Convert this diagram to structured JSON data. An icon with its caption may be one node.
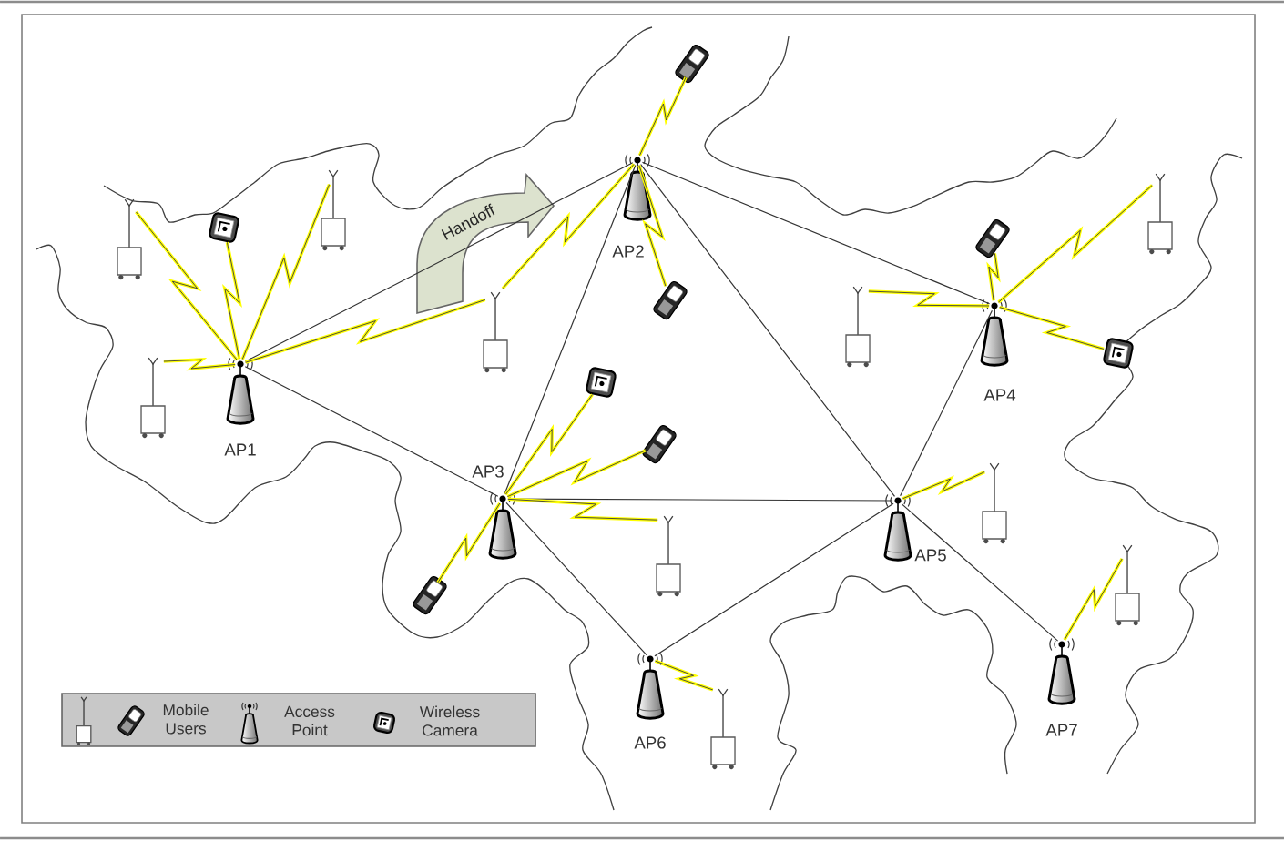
{
  "diagram": {
    "nodes": [
      {
        "text": [],
        "shape": "picture"
      },
      {
        "text": [],
        "shape": "picture",
        "beside": [
          "AP2"
        ]
      },
      {
        "text": [],
        "shape": "picture"
      },
      {
        "text": [],
        "shape": "picture"
      },
      {
        "text": [],
        "shape": "picture"
      },
      {
        "text": [],
        "shape": "picture"
      },
      {
        "text": [],
        "shape": "picture"
      },
      {
        "text": [],
        "shape": "picture"
      },
      {
        "text": [],
        "shape": "picture"
      },
      {
        "text": [],
        "shape": "picture"
      },
      {
        "text": [],
        "shape": "picture",
        "beside": [
          "AP4"
        ]
      },
      {
        "text": [],
        "shape": "picture"
      },
      {
        "text": [],
        "shape": "picture"
      },
      {
        "text": [],
        "shape": "picture",
        "beside": [
          "AP1"
        ]
      },
      {
        "text": [],
        "shape": "picture"
      },
      {
        "text": [],
        "shape": "picture"
      },
      {
        "text": [],
        "shape": "picture"
      },
      {
        "text": [],
        "shape": "picture",
        "beside": [
          "AP3"
        ]
      },
      {
        "text": [],
        "shape": "picture",
        "beside": [
          "AP5"
        ]
      },
      {
        "text": [],
        "shape": "picture"
      },
      {
        "text": [],
        "shape": "picture"
      },
      {
        "text": [],
        "shape": "picture"
      },
      {
        "text": [],
        "shape": "picture",
        "beside": [
          "AP7"
        ]
      },
      {
        "text": [],
        "shape": "picture",
        "beside": [
          "AP6"
        ]
      },
      {
        "text": [],
        "shape": "picture"
      }
    ],
    "edges": [
      {
        "from": 13,
        "to": 1,
        "arrow": "none",
        "color": "#333333"
      },
      {
        "from": 13,
        "to": 17,
        "arrow": "none",
        "color": "#333333"
      },
      {
        "from": 1,
        "to": 17,
        "arrow": "none",
        "color": "#333333"
      },
      {
        "from": 1,
        "to": 10,
        "arrow": "none",
        "color": "#333333"
      },
      {
        "from": 1,
        "to": 18,
        "arrow": "none",
        "color": "#333333"
      },
      {
        "from": 10,
        "to": 18,
        "arrow": "none",
        "color": "#333333"
      },
      {
        "from": 17,
        "to": 18,
        "arrow": "none",
        "color": "#333333"
      },
      {
        "from": 17,
        "to": 23,
        "arrow": "none",
        "color": "#333333"
      },
      {
        "from": 23,
        "to": 18,
        "arrow": "none",
        "color": "#333333"
      },
      {
        "from": 18,
        "to": 22,
        "arrow": "none",
        "color": "#333333"
      },
      {
        "from": 13,
        "to": 4,
        "arrow": "none",
        "color": "#ffff00"
      },
      {
        "from": 13,
        "to": 5,
        "arrow": "none",
        "color": "#ffff00"
      },
      {
        "from": 13,
        "to": 2,
        "arrow": "none",
        "color": "#ffff00"
      },
      {
        "from": 13,
        "to": 12,
        "arrow": "none",
        "color": "#ffff00"
      },
      {
        "from": 13,
        "to": 8,
        "arrow": "none",
        "color": "#ffff00"
      },
      {
        "from": 1,
        "to": 8,
        "arrow": "none",
        "color": "#ffff00"
      },
      {
        "from": 1,
        "to": 0,
        "arrow": "none",
        "color": "#ffff00"
      },
      {
        "from": 1,
        "to": 9,
        "arrow": "none",
        "color": "#ffff00"
      },
      {
        "from": 10,
        "to": 6,
        "arrow": "none",
        "color": "#ffff00"
      },
      {
        "from": 10,
        "to": 3,
        "arrow": "none",
        "color": "#ffff00"
      },
      {
        "from": 10,
        "to": 11,
        "arrow": "none",
        "color": "#ffff00"
      },
      {
        "from": 10,
        "to": 7,
        "arrow": "none",
        "color": "#ffff00"
      },
      {
        "from": 17,
        "to": 14,
        "arrow": "none",
        "color": "#ffff00"
      },
      {
        "from": 17,
        "to": 15,
        "arrow": "none",
        "color": "#ffff00"
      },
      {
        "from": 17,
        "to": 19,
        "arrow": "none",
        "color": "#ffff00"
      },
      {
        "from": 17,
        "to": 21,
        "arrow": "none",
        "color": "#ffff00"
      },
      {
        "from": 18,
        "to": 16,
        "arrow": "none",
        "color": "#ffff00"
      },
      {
        "from": 23,
        "to": 24,
        "arrow": "none",
        "color": "#ffff00"
      },
      {
        "from": 22,
        "to": 20,
        "arrow": "none",
        "color": "#ffff00"
      }
    ],
    "labels": [
      "Handoff"
    ],
    "legend": [
      {
        "text": "Mobile Users"
      },
      {
        "text": "Access Point"
      },
      {
        "text": "Wireless Camera"
      }
    ]
  }
}
